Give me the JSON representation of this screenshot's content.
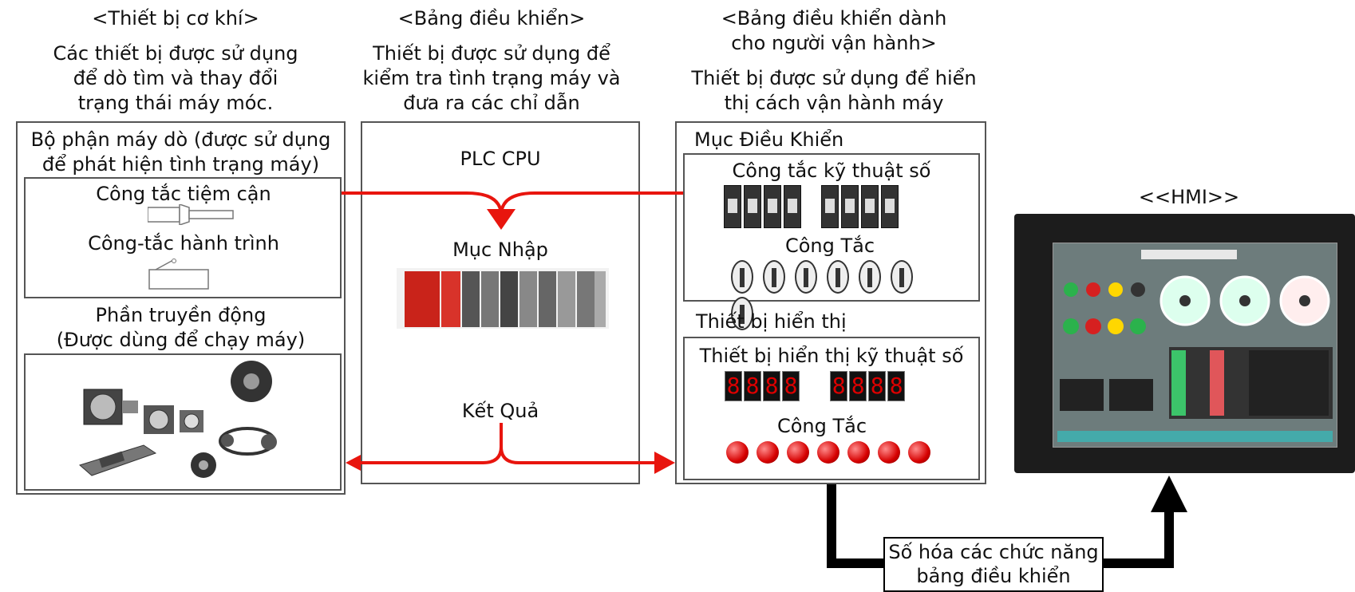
{
  "mechanical": {
    "header": "<Thiết bị cơ khí>",
    "desc": [
      "Các thiết bị được sử dụng",
      "để dò tìm và thay đổi",
      "trạng thái máy móc."
    ],
    "detector_title": [
      "Bộ phận máy dò (được sử dụng",
      "để phát hiện tình trạng máy)"
    ],
    "proximity_switch": "Công tắc tiệm cận",
    "limit_switch": "Công-tắc hành trình",
    "drive_title": [
      "Phần truyền động",
      "(Được dùng để chạy máy)"
    ]
  },
  "control_panel": {
    "header": "<Bảng điều khiển>",
    "desc": [
      "Thiết bị được sử dụng để",
      "kiểm tra tình trạng máy và",
      "đưa ra các chỉ dẫn"
    ],
    "plc_cpu": "PLC CPU",
    "input": "Mục Nhập",
    "output": "Kết Quả"
  },
  "operator_panel": {
    "header": [
      "<Bảng điều khiển dành",
      "cho người vận hành>"
    ],
    "desc": [
      "Thiết bị được sử dụng để hiển",
      "thị cách vận hành máy"
    ],
    "control_section": "Mục Điều Khiển",
    "digital_switch": "Công tắc kỹ thuật số",
    "switch_label": "Công Tắc",
    "display_section": "Thiết bị hiển thị",
    "digital_display": "Thiết bị hiển thị kỹ thuật số",
    "lamp_label": "Công Tắc",
    "digits": "8888"
  },
  "hmi": {
    "header": "<<HMI>>"
  },
  "digitize_label": [
    "Số hóa các chức năng",
    "bảng điều khiển"
  ],
  "colors": {
    "arrow_red": "#e8150e",
    "border": "#555555",
    "black": "#000000"
  }
}
